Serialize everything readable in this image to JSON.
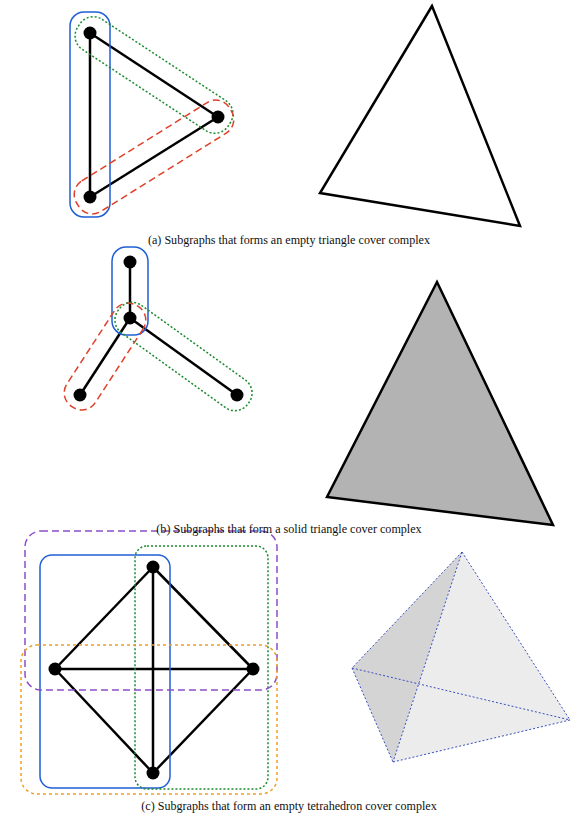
{
  "diagram": {
    "labels": [
      "(a) Subgraphs that forms an empty triangle cover complex",
      "(b) Subgraphs that form a solid triangle cover complex",
      "(c) Subgraphs that form an empty tetrahedron cover complex"
    ]
  }
}
